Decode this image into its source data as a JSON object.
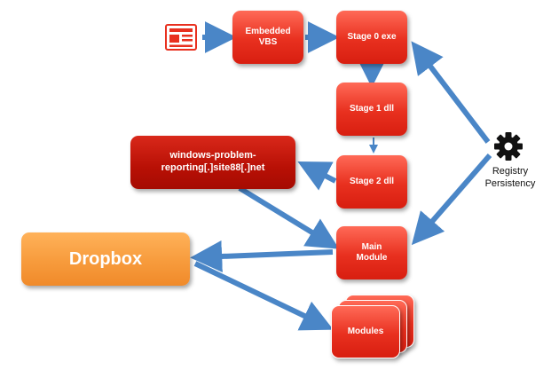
{
  "nodes": {
    "embedded_vbs": "Embedded\nVBS",
    "stage0": "Stage 0 exe",
    "stage1": "Stage 1 dll",
    "stage2": "Stage 2 dll",
    "domain": "windows-problem-\nreporting[.]site88[.]net",
    "main_module": "Main\nModule",
    "dropbox": "Dropbox",
    "modules": "Modules"
  },
  "registry_label": "Registry\nPersistency",
  "icons": {
    "document": "document-icon",
    "registry": "gear-icon"
  },
  "colors": {
    "arrow": "#4a86c7",
    "node_red": "#e8301f",
    "node_dark_red": "#b81005",
    "node_orange": "#f79b3c",
    "document_icon": "#e8301f",
    "gear": "#111111"
  }
}
